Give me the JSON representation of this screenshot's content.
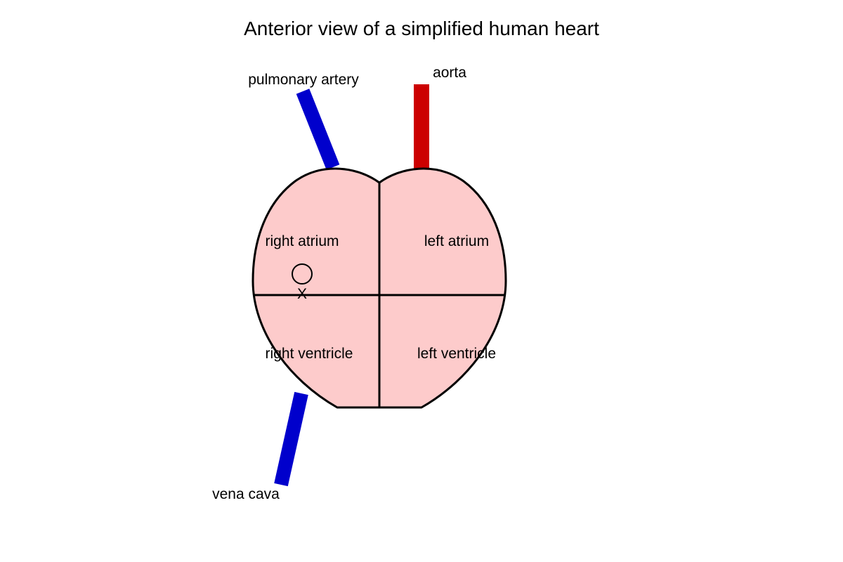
{
  "diagram": {
    "title": "Anterior view of a simplified human heart",
    "labels": {
      "pulmonary_artery": "pulmonary artery",
      "aorta": "aorta",
      "vena_cava": "vena cava",
      "right_atrium": "right atrium",
      "left_atrium": "left atrium",
      "right_ventricle": "right ventricle",
      "left_ventricle": "left ventricle"
    },
    "marker": "X",
    "colors": {
      "heart_fill": "#fdcbcb",
      "outline": "#000000",
      "pulmonary_artery": "#0000cc",
      "vena_cava": "#0000cc",
      "aorta": "#cc0000",
      "background": "#ffffff"
    }
  }
}
